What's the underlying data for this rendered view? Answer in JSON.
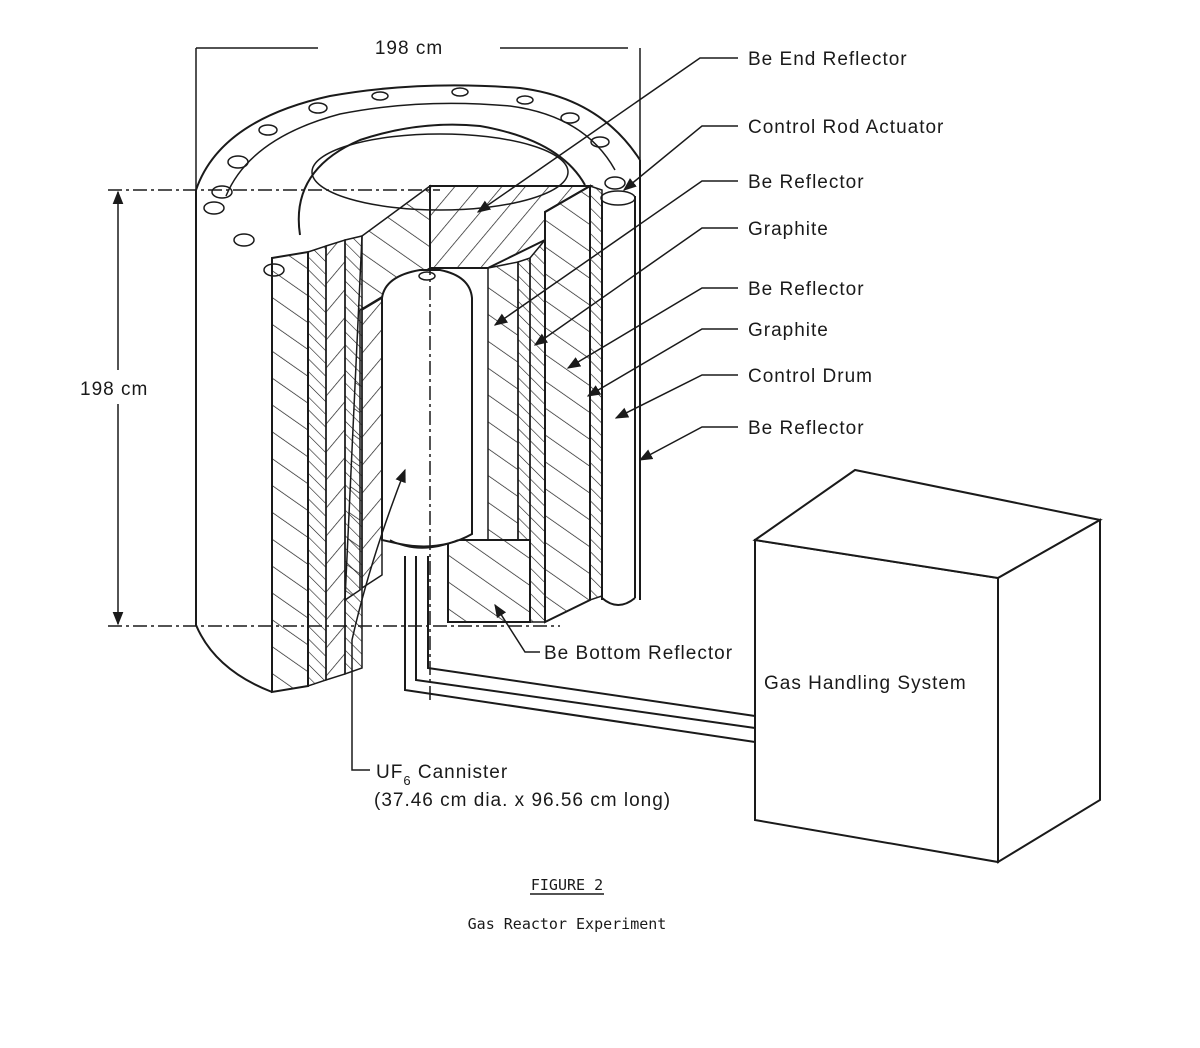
{
  "labels": {
    "top_dimension": "198 cm",
    "side_dimension": "198 cm",
    "be_end_reflector": "Be End Reflector",
    "control_rod_actuator": "Control Rod Actuator",
    "be_reflector_1": "Be Reflector",
    "graphite_1": "Graphite",
    "be_reflector_2": "Be Reflector",
    "graphite_2": "Graphite",
    "control_drum": "Control Drum",
    "be_reflector_3": "Be Reflector",
    "be_bottom_reflector": "Be Bottom Reflector",
    "gas_handling_system": "Gas Handling System",
    "cannister_prefix": "UF",
    "cannister_subscript": "6",
    "cannister_suffix": " Cannister",
    "cannister_dims": "(37.46 cm dia. x 96.56 cm long)"
  },
  "caption": {
    "figure_number": "FIGURE 2",
    "title": "Gas Reactor Experiment"
  }
}
